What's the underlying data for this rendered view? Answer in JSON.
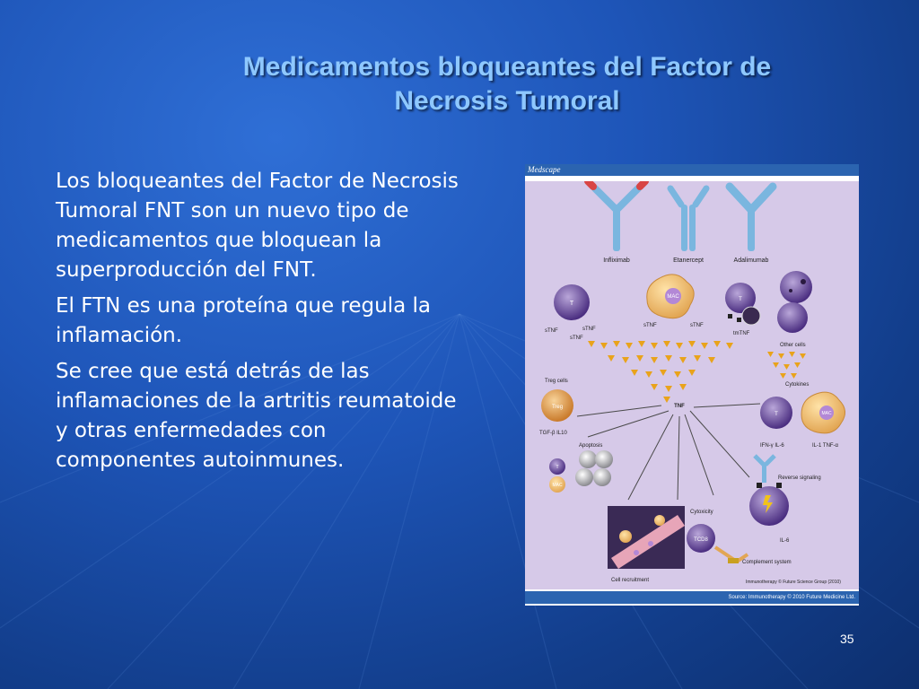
{
  "slide": {
    "title_line1": "Medicamentos bloqueantes del Factor de",
    "title_line2": "Necrosis Tumoral",
    "paragraphs": [
      "Los bloqueantes del Factor de Necrosis Tumoral FNT son un nuevo tipo de medicamentos que bloquean la superproducción del FNT.",
      "El FTN es una proteína que regula la inflamación.",
      "Se cree que está detrás de las inflamaciones de la artritis reumatoide y otras enfermedades con componentes autoinmunes."
    ],
    "page_number": "35",
    "colors": {
      "title": "#8ec8ff",
      "background": "#1e55b8",
      "text": "#ffffff"
    }
  },
  "figure": {
    "header": "Medscape",
    "footer": "Source: Immunotherapy © 2010 Future Medicine Ltd.",
    "antibodies": [
      "Infliximab",
      "Etanercept",
      "Adalimumab"
    ],
    "labels": {
      "t_cell": "T",
      "mac": "MAC",
      "stnf": "sTNF",
      "tmtnf": "tmTNF",
      "other_cells": "Other cells",
      "treg_cells": "Treg cells",
      "treg": "Treg",
      "tgf_il10": "TGF-β  IL10",
      "apoptosis": "Apoptosis",
      "tnf": "TNF",
      "cytokines": "Cytokines",
      "ifn_il6": "IFN-γ  IL-6",
      "il1_tnf": "IL-1  TNF-α",
      "reverse_signaling": "Reverse signaling",
      "il6_bottom": "IL-6",
      "cytoxicity": "Cytoxicity",
      "tcd8": "TCD8",
      "complement": "Complement system",
      "cell_recruitment": "Cell recruitment",
      "citation": "Immunotherapy © Future Science Group (2010)"
    }
  }
}
